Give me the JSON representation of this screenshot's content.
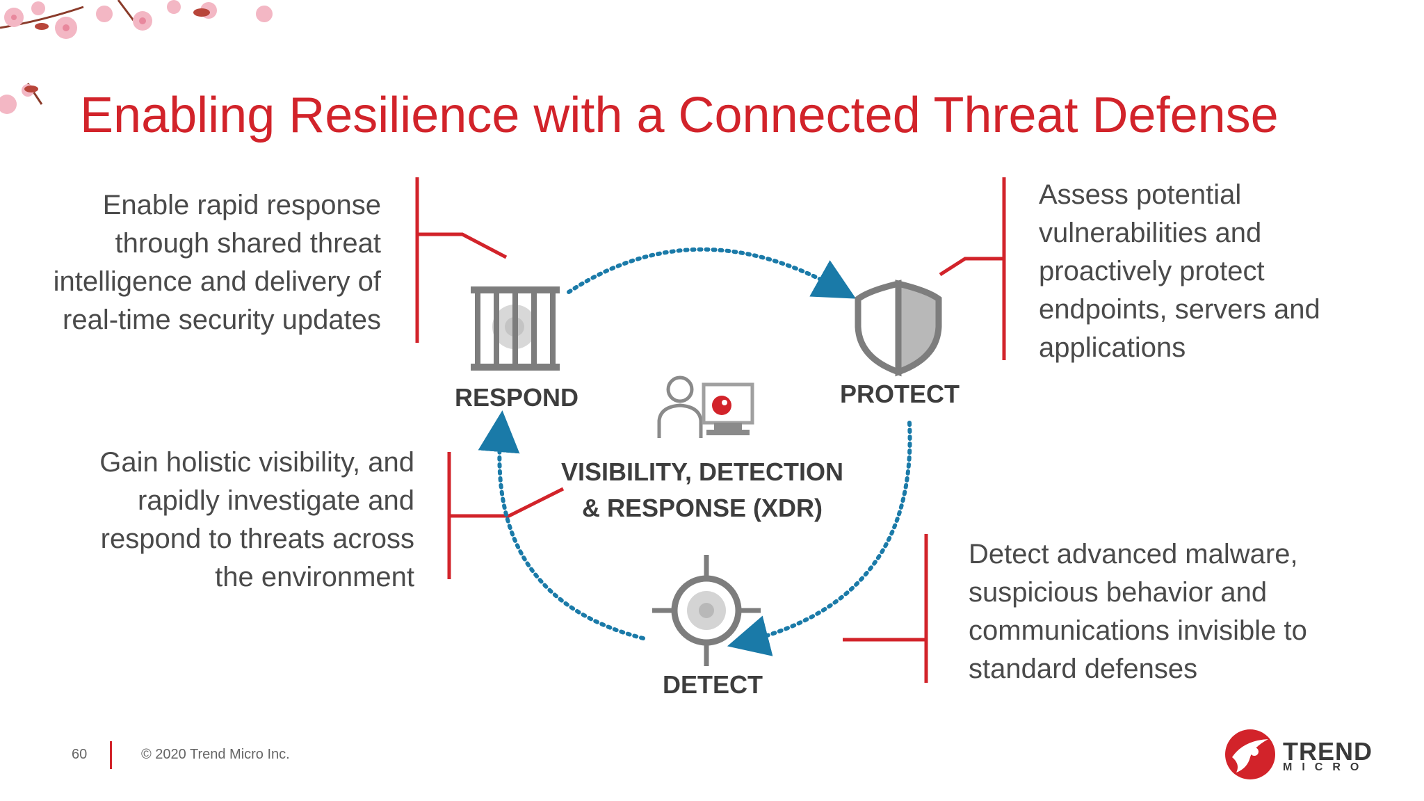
{
  "slide": {
    "title": "Enabling Resilience with a Connected Threat Defense",
    "page_number": "60",
    "copyright": "© 2020 Trend Micro Inc."
  },
  "brand": {
    "word": "TREND",
    "sub": "MICRO",
    "accent": "#d2232a"
  },
  "colors": {
    "title": "#d2232a",
    "bracket": "#d2232a",
    "cycle_arrow": "#1a7aa8",
    "icon": "#7d7d7d",
    "text": "#4a4a4a"
  },
  "diagram": {
    "center": {
      "lines": [
        "VISIBILITY, DETECTION",
        "& RESPONSE (XDR)"
      ],
      "icon": "user-monitor-icon"
    },
    "nodes": [
      {
        "id": "respond",
        "label": "RESPOND",
        "icon": "jail-biohazard-icon"
      },
      {
        "id": "protect",
        "label": "PROTECT",
        "icon": "shield-icon"
      },
      {
        "id": "detect",
        "label": "DETECT",
        "icon": "crosshair-biohazard-icon"
      }
    ],
    "descriptions": {
      "respond": [
        "Enable rapid response",
        "through shared threat",
        "intelligence and delivery of",
        "real-time security updates"
      ],
      "protect": [
        "Assess potential",
        "vulnerabilities and",
        "proactively protect",
        "endpoints, servers and",
        "applications"
      ],
      "visibility": [
        "Gain holistic visibility, and",
        "rapidly investigate and",
        "respond to threats across",
        "the environment"
      ],
      "detect": [
        "Detect advanced malware,",
        "suspicious behavior and",
        "communications invisible to",
        "standard defenses"
      ]
    }
  }
}
